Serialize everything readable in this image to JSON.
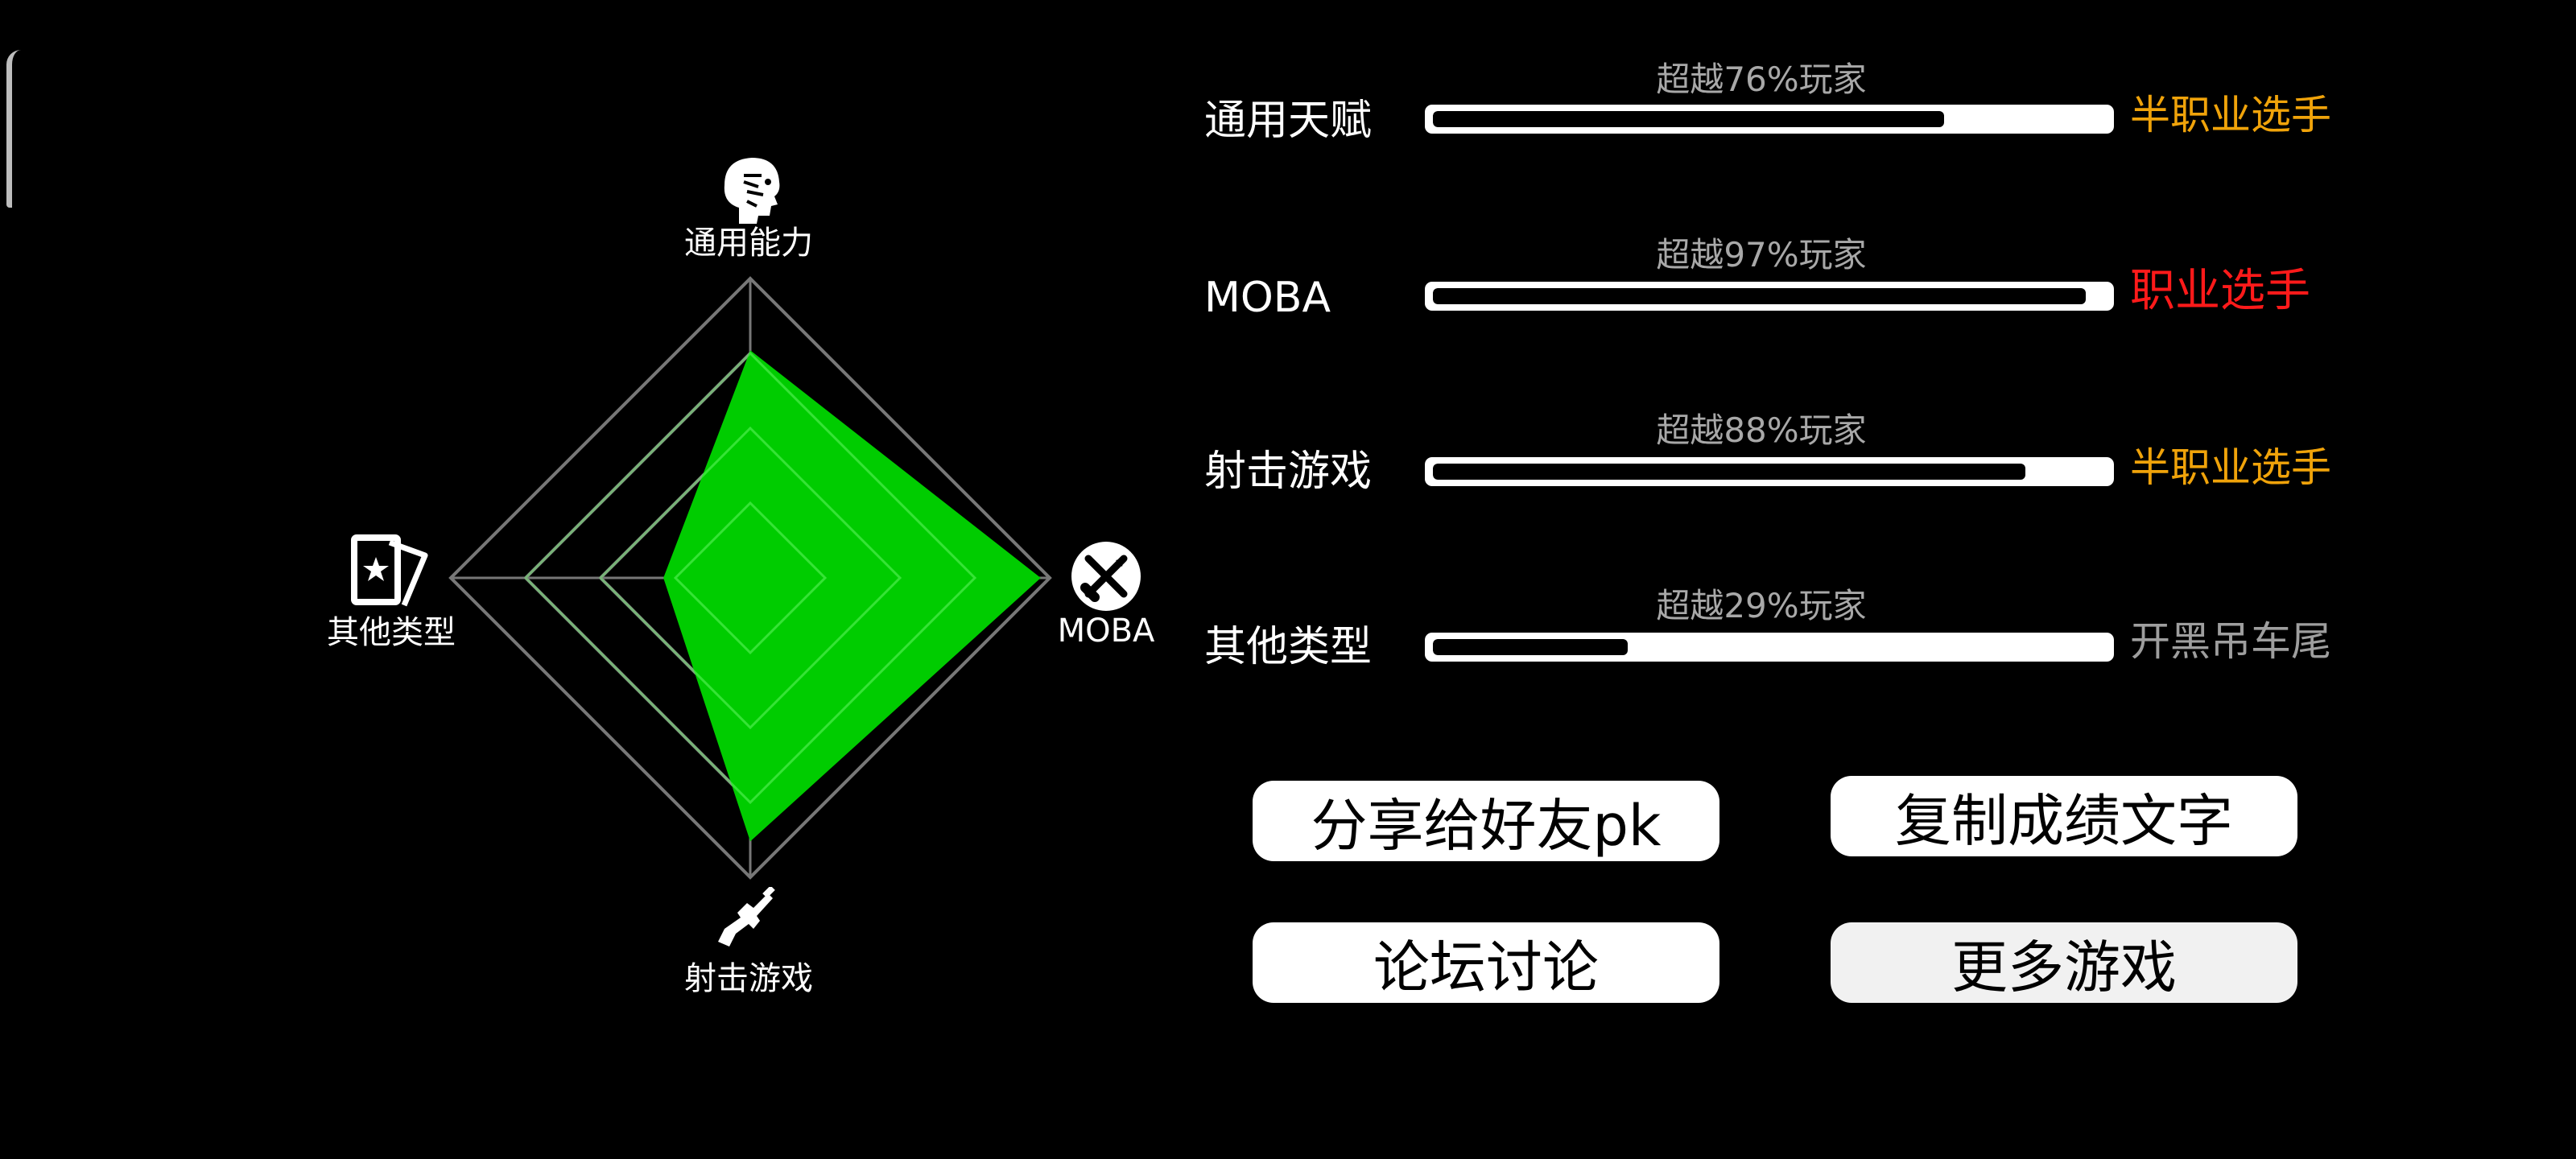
{
  "radar": {
    "axes": [
      {
        "label": "通用能力",
        "icon": "head-profile-icon"
      },
      {
        "label": "MOBA",
        "icon": "moba-crossed-swords-icon"
      },
      {
        "label": "射击游戏",
        "icon": "rifle-icon"
      },
      {
        "label": "其他类型",
        "icon": "cards-icon"
      }
    ],
    "values": [
      0.76,
      0.97,
      0.88,
      0.29
    ],
    "fill_color": "#00cc00",
    "grid_color": "#777777"
  },
  "rows": [
    {
      "label": "通用天赋",
      "percentile_text": "超越76%玩家",
      "value": 0.76,
      "rank": "半职业选手",
      "rank_color": "#f0a30a"
    },
    {
      "label": "MOBA",
      "percentile_text": "超越97%玩家",
      "value": 0.97,
      "rank": "职业选手",
      "rank_color": "#ff1a1a"
    },
    {
      "label": "射击游戏",
      "percentile_text": "超越88%玩家",
      "value": 0.88,
      "rank": "半职业选手",
      "rank_color": "#f0a30a"
    },
    {
      "label": "其他类型",
      "percentile_text": "超越29%玩家",
      "value": 0.29,
      "rank": "开黑吊车尾",
      "rank_color": "#9e9e9e"
    }
  ],
  "buttons": {
    "share": "分享给好友pk",
    "copy": "复制成绩文字",
    "forum": "论坛讨论",
    "more": "更多游戏"
  }
}
